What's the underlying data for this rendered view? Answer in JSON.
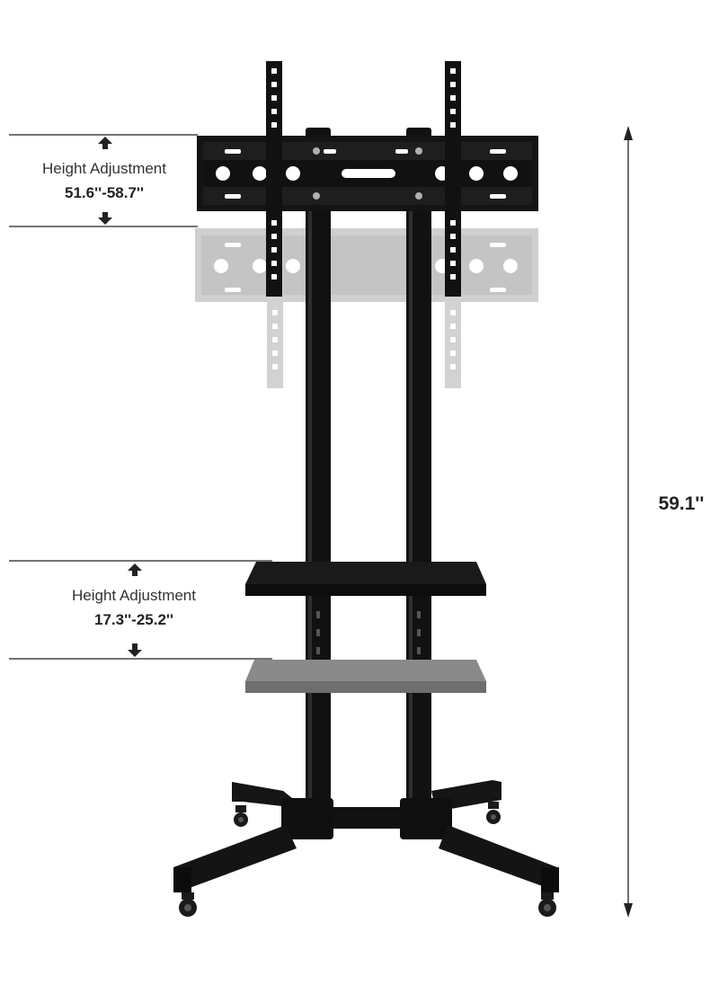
{
  "annotations": {
    "mount_adjustment": {
      "title": "Height Adjustment",
      "range": "51.6''-58.7''"
    },
    "shelf_adjustment": {
      "title": "Height Adjustment",
      "range": "17.3''-25.2''"
    },
    "total_height": "59.1''"
  },
  "colors": {
    "frame": "#111111",
    "ghost": "#c8c8c8",
    "ghost_shelf": "#7a7a7a",
    "line": "#222222"
  }
}
